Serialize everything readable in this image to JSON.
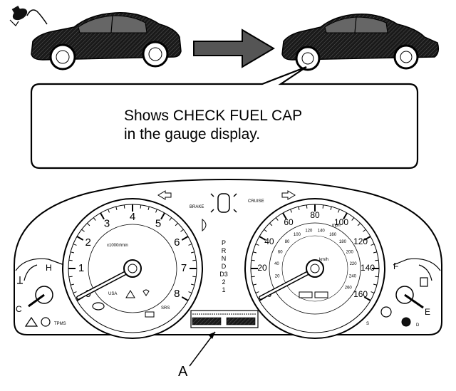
{
  "callout": {
    "line1": "Shows CHECK FUEL CAP",
    "line2": "in the gauge display."
  },
  "pointer_label": "A",
  "tachometer": {
    "numbers": [
      "0",
      "1",
      "2",
      "3",
      "4",
      "5",
      "6",
      "7",
      "8"
    ],
    "unit_label": "x1000r/min",
    "badge_usa": "USA"
  },
  "speedometer": {
    "outer_numbers": [
      "0",
      "20",
      "40",
      "60",
      "80",
      "100",
      "120",
      "140",
      "160"
    ],
    "inner_numbers": [
      "0",
      "20",
      "40",
      "60",
      "80",
      "100",
      "120",
      "140",
      "160",
      "180",
      "200",
      "220",
      "240",
      "260"
    ],
    "mph_label": "mph",
    "kmh_label": "km/h"
  },
  "gear_indicator": [
    "P",
    "R",
    "N",
    "D",
    "D3",
    "2",
    "1"
  ],
  "gauges": {
    "temp_high": "H",
    "temp_cold": "C",
    "fuel_full": "F",
    "fuel_empty": "E"
  },
  "indicator_labels": {
    "tpms": "TPMS",
    "srs": "SRS",
    "brake": "BRAKE",
    "cruise": "CRUISE",
    "d": "D",
    "s": "S"
  },
  "colors": {
    "line": "#000000",
    "background": "#ffffff",
    "car_body": "#222222",
    "arrow": "#555555"
  }
}
